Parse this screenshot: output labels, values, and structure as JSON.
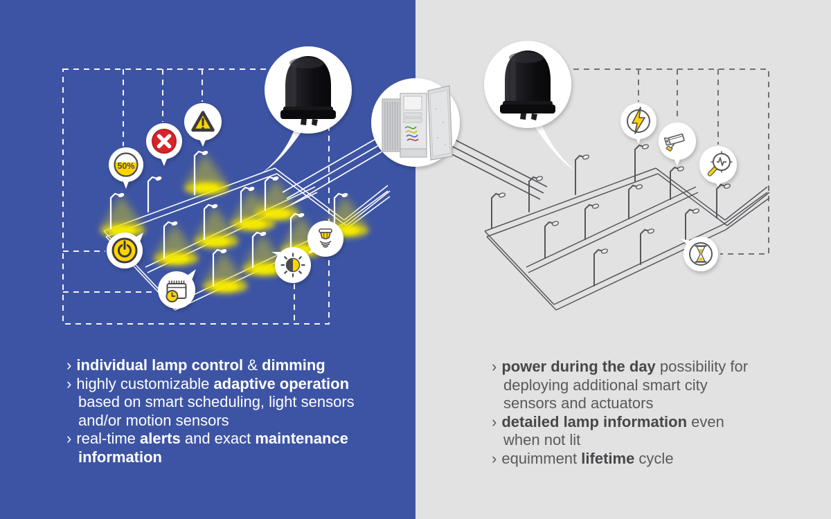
{
  "title": "smart street lighting controller benefits diagram",
  "colors": {
    "left_bg": "#3D54A4",
    "right_bg": "#E2E2E2",
    "accent_yellow": "#FFD400",
    "alert_red": "#D6252B",
    "text_light": "#FFFFFF",
    "text_dark": "#59595B",
    "line_light": "#FFFFFF",
    "line_dark": "#55565A"
  },
  "left_panel": {
    "bullet_char": "›",
    "bullets": [
      {
        "segments": [
          {
            "text": "individual lamp control",
            "bold": true
          },
          {
            "text": " & ",
            "bold": false
          },
          {
            "text": "dimming",
            "bold": true
          }
        ]
      },
      {
        "segments": [
          {
            "text": "highly customizable ",
            "bold": false
          },
          {
            "text": "adaptive operation",
            "bold": true
          },
          {
            "text": " based on smart scheduling, light sensors and/or motion sensors",
            "bold": false
          }
        ]
      },
      {
        "segments": [
          {
            "text": "real-time ",
            "bold": false
          },
          {
            "text": "alerts",
            "bold": true
          },
          {
            "text": " and exact ",
            "bold": false
          },
          {
            "text": "maintenance information",
            "bold": true
          }
        ]
      }
    ],
    "icons": [
      {
        "name": "dim-level-icon",
        "label": "50%"
      },
      {
        "name": "error-icon"
      },
      {
        "name": "warning-icon"
      },
      {
        "name": "power-icon"
      },
      {
        "name": "schedule-icon"
      },
      {
        "name": "light-sensor-icon"
      },
      {
        "name": "motion-sensor-icon"
      }
    ]
  },
  "right_panel": {
    "bullet_char": "›",
    "bullets": [
      {
        "segments": [
          {
            "text": "power during the day",
            "bold": true
          },
          {
            "text": " possibility for deploying additional smart city sensors and actuators",
            "bold": false
          }
        ]
      },
      {
        "segments": [
          {
            "text": "detailed lamp information",
            "bold": true
          },
          {
            "text": " even when not lit",
            "bold": false
          }
        ]
      },
      {
        "segments": [
          {
            "text": "equimment ",
            "bold": false
          },
          {
            "text": "lifetime",
            "bold": true
          },
          {
            "text": " cycle",
            "bold": false
          }
        ]
      }
    ],
    "icons": [
      {
        "name": "energy-icon"
      },
      {
        "name": "cctv-camera-icon"
      },
      {
        "name": "diagnostics-icon"
      },
      {
        "name": "lifetime-icon"
      }
    ]
  },
  "center": {
    "items": [
      {
        "name": "street-cabinet-photo"
      },
      {
        "name": "lamp-controller-photo-left"
      },
      {
        "name": "lamp-controller-photo-right"
      }
    ]
  }
}
